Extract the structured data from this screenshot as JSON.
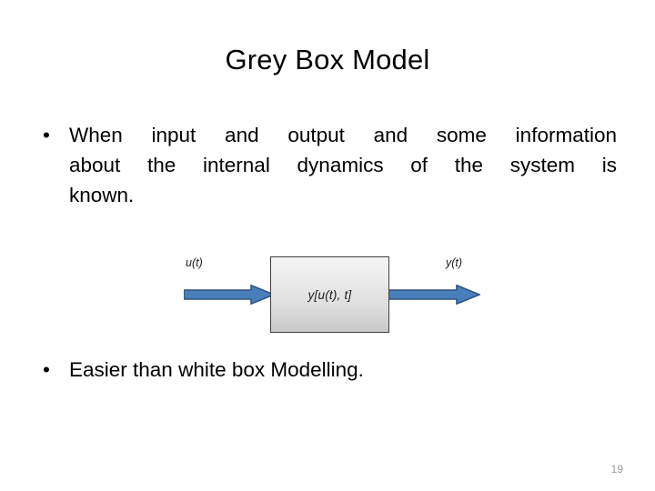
{
  "slide": {
    "title": "Grey Box Model",
    "page_number": "19",
    "background_color": "#ffffff",
    "bullets": [
      {
        "marker": "•",
        "text": "When input and output and some information about the internal dynamics of the system is known.",
        "lines": [
          "When input and output and some information",
          "about the internal dynamics of the system is",
          "known."
        ],
        "align": "justify"
      },
      {
        "marker": "•",
        "text": "Easier than white box Modelling.",
        "lines": [
          "Easier than white box Modelling."
        ],
        "align": "left"
      }
    ],
    "diagram": {
      "input_label": "u(t)",
      "output_label": "y(t)",
      "box_label": "y[u(t), t]",
      "arrow_fill_color": "#4a7ebb",
      "arrow_border_color": "#31557f",
      "box_border_color": "#3f3f3f",
      "box_fill_top_color": "#f4f4f4",
      "box_fill_bottom_color": "#c9c9c9"
    }
  }
}
